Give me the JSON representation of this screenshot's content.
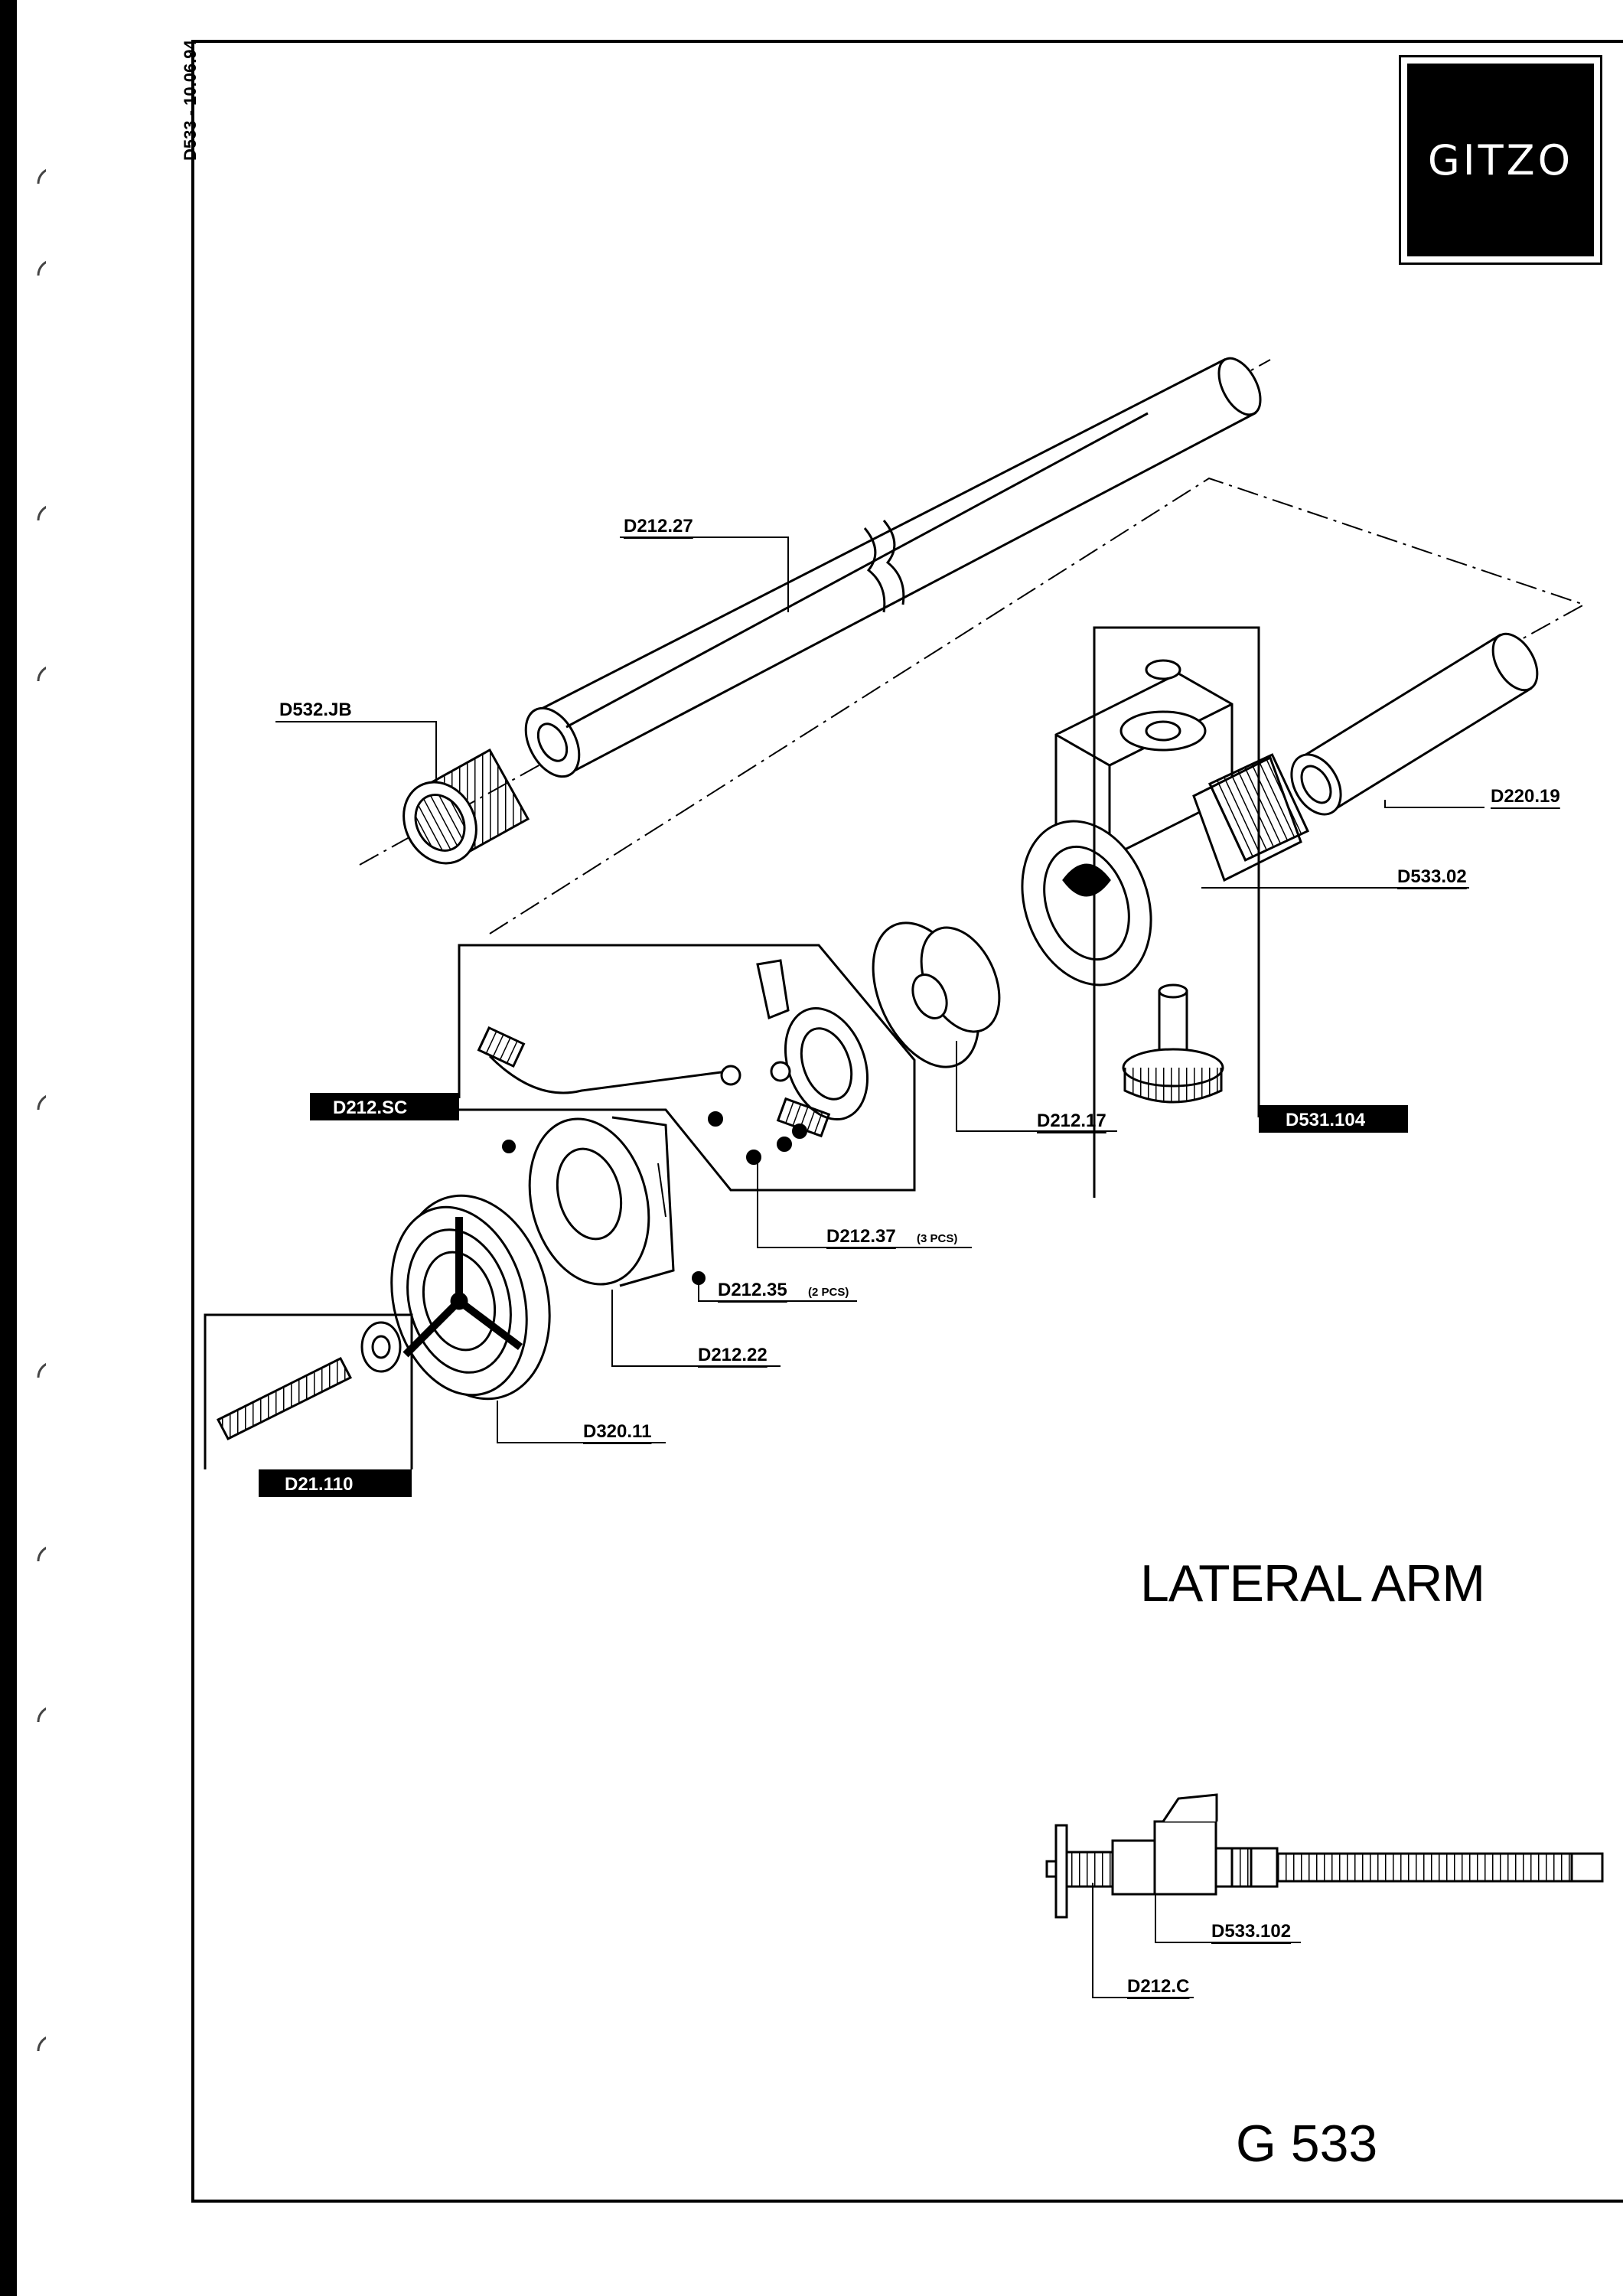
{
  "document_ref": "D533 - 10.06.94",
  "brand": "GITZO",
  "title": "LATERAL ARM",
  "model": "G 533",
  "parts": {
    "d212_27": "D212.27",
    "d532_jb": "D532.JB",
    "d220_19": "D220.19",
    "d533_02": "D533.02",
    "d212_sc": "D212.SC",
    "d531_104": "D531.104",
    "d212_17": "D212.17",
    "d212_37": "D212.37",
    "d212_37_qty": "(3 PCS)",
    "d212_35": "D212.35",
    "d212_35_qty": "(2 PCS)",
    "d212_22": "D212.22",
    "d320_11": "D320.11",
    "d21_110": "D21.110",
    "d533_102": "D533.102",
    "d212_c": "D212.C"
  },
  "colors": {
    "ink": "#000000",
    "paper": "#ffffff",
    "label_fill": "#000000",
    "label_text": "#ffffff"
  }
}
